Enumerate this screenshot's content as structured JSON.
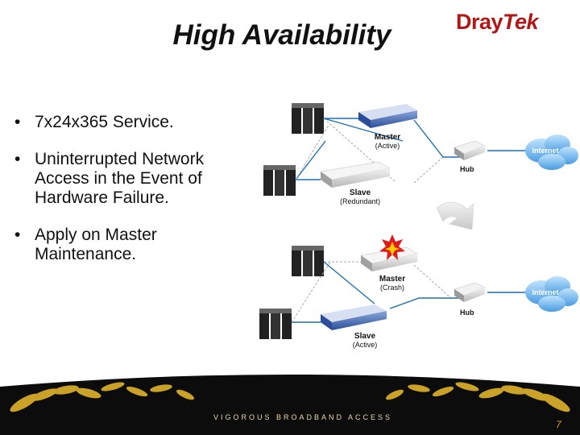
{
  "title": "High Availability",
  "logo": {
    "part1": "Dray",
    "part2": "Tek"
  },
  "bullets": [
    {
      "marker": "•",
      "lines": [
        "7x24x365 Service."
      ]
    },
    {
      "marker": "•",
      "lines": [
        "Uninterrupted Network",
        "Access in the Event of",
        "Hardware Failure."
      ]
    },
    {
      "marker": "•",
      "lines": [
        "Apply on Master",
        "Maintenance."
      ]
    }
  ],
  "diagram": {
    "top": {
      "master_label": "Master",
      "master_state": "(Active)",
      "slave_label": "Slave",
      "slave_state": "(Redundant)",
      "hub_label": "Hub",
      "cloud_label": "Internet"
    },
    "bottom": {
      "master_label": "Master",
      "master_state": "(Crash)",
      "slave_label": "Slave",
      "slave_state": "(Active)",
      "hub_label": "Hub",
      "cloud_label": "Internet"
    }
  },
  "footer": {
    "tagline": "VIGOROUS BROADBAND ACCESS",
    "page": "7"
  },
  "colors": {
    "logo_red": "#b01717",
    "link_blue": "#1f6fb5",
    "footer_dark": "#0c0c0c",
    "gold": "#c9a227"
  }
}
